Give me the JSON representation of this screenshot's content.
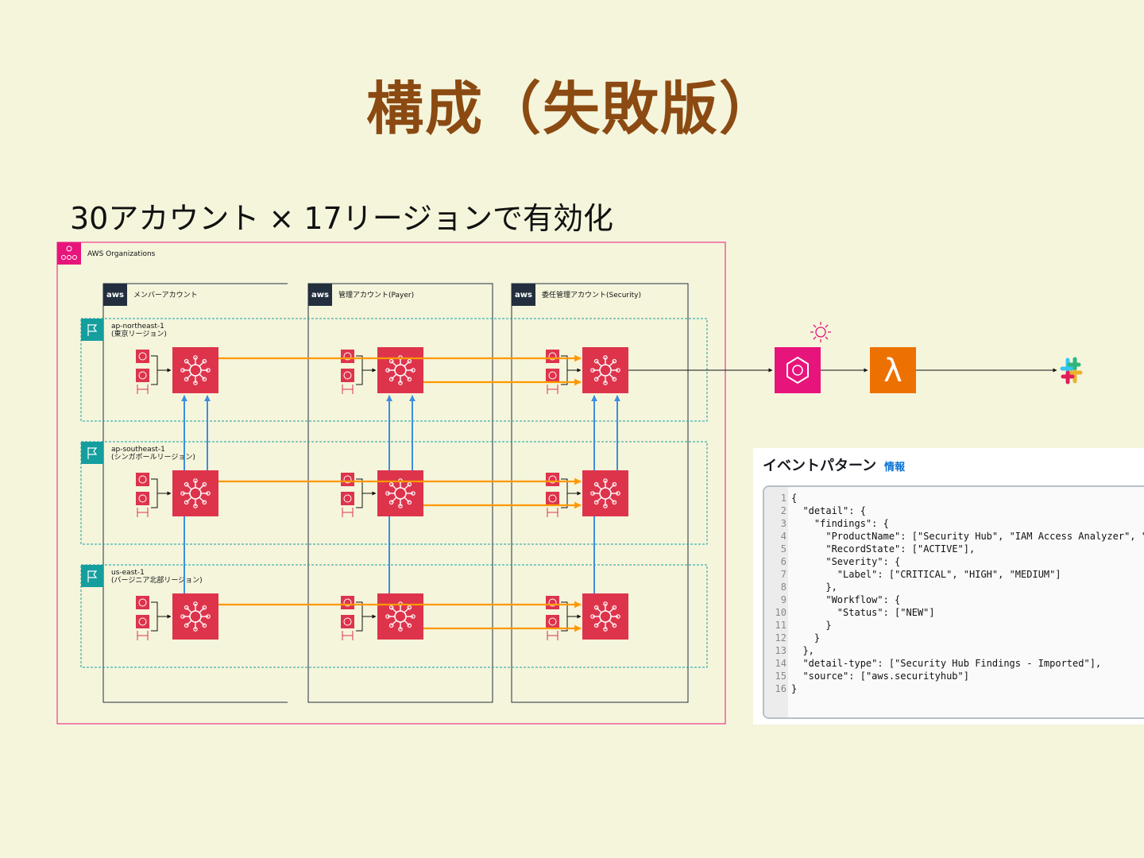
{
  "title": "構成（失敗版）",
  "subtitle": "30アカウント × 17リージョンで有効化",
  "diagram": {
    "org_label": "AWS Organizations",
    "accounts": [
      {
        "label": "メンバーアカウント"
      },
      {
        "label": "管理アカウント(Payer)"
      },
      {
        "label": "委任管理アカウント(Security)"
      }
    ],
    "regions": [
      {
        "line1": "ap-northeast-1",
        "line2": "(東京リージョン)"
      },
      {
        "line1": "ap-southeast-1",
        "line2": "(シンガポールリージョン)"
      },
      {
        "line1": "us-east-1",
        "line2": "(バージニア北部リージョン)"
      }
    ],
    "colors": {
      "org_border": "#e7157b",
      "region_border": "#159e9e",
      "security_hub": "#dd344c",
      "eventbridge": "#e7157b",
      "lambda": "#ed7100",
      "arrow_orange": "#f90",
      "arrow_blue": "#3b8fe0"
    },
    "icons": [
      "aws-logo-icon",
      "region-flag-icon",
      "security-hub-icon",
      "guardduty-icon",
      "inspector-icon",
      "config-icon",
      "eventbridge-icon",
      "lambda-icon",
      "slack-icon",
      "sun-icon"
    ]
  },
  "event_panel": {
    "heading": "イベントパターン",
    "info_link": "情報",
    "lines": [
      {
        "n": "1",
        "t": "{"
      },
      {
        "n": "2",
        "t": "  \"detail\": {"
      },
      {
        "n": "3",
        "t": "    \"findings\": {"
      },
      {
        "n": "4",
        "t": "      \"ProductName\": [\"Security Hub\", \"IAM Access Analyzer\", \""
      },
      {
        "n": "5",
        "t": "      \"RecordState\": [\"ACTIVE\"],"
      },
      {
        "n": "6",
        "t": "      \"Severity\": {"
      },
      {
        "n": "7",
        "t": "        \"Label\": [\"CRITICAL\", \"HIGH\", \"MEDIUM\"]"
      },
      {
        "n": "8",
        "t": "      },"
      },
      {
        "n": "9",
        "t": "      \"Workflow\": {"
      },
      {
        "n": "10",
        "t": "        \"Status\": [\"NEW\"]"
      },
      {
        "n": "11",
        "t": "      }"
      },
      {
        "n": "12",
        "t": "    }"
      },
      {
        "n": "13",
        "t": "  },"
      },
      {
        "n": "14",
        "t": "  \"detail-type\": [\"Security Hub Findings - Imported\"],"
      },
      {
        "n": "15",
        "t": "  \"source\": [\"aws.securityhub\"]"
      },
      {
        "n": "16",
        "t": "}"
      }
    ]
  }
}
